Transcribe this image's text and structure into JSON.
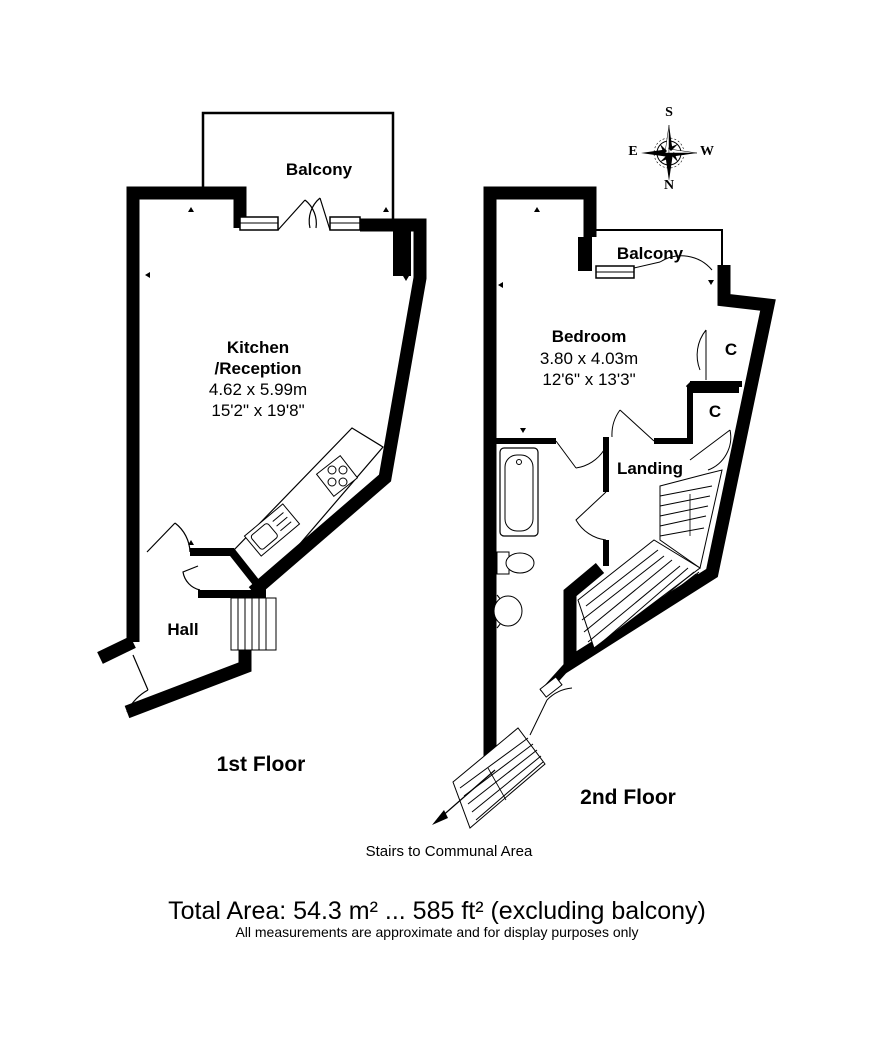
{
  "first_floor": {
    "balcony": "Balcony",
    "kitchen_name_line1": "Kitchen",
    "kitchen_name_line2": "/Reception",
    "kitchen_metric": "4.62 x 5.99m",
    "kitchen_imperial": "15'2\" x 19'8\"",
    "hall": "Hall",
    "floor_label": "1st Floor"
  },
  "second_floor": {
    "balcony": "Balcony",
    "bedroom_name": "Bedroom",
    "bedroom_metric": "3.80 x 4.03m",
    "bedroom_imperial": "12'6\" x 13'3\"",
    "cupboard_1": "C",
    "cupboard_2": "C",
    "landing": "Landing",
    "floor_label": "2nd Floor",
    "stairs_note": "Stairs to Communal Area"
  },
  "compass": {
    "top": "S",
    "left": "E",
    "right": "W",
    "bottom": "N",
    "icon": "compass-rose-icon"
  },
  "footer": {
    "total_area": "Total Area: 54.3 m² ... 585 ft² (excluding balcony)",
    "disclaimer": "All measurements are approximate and for display purposes only"
  }
}
